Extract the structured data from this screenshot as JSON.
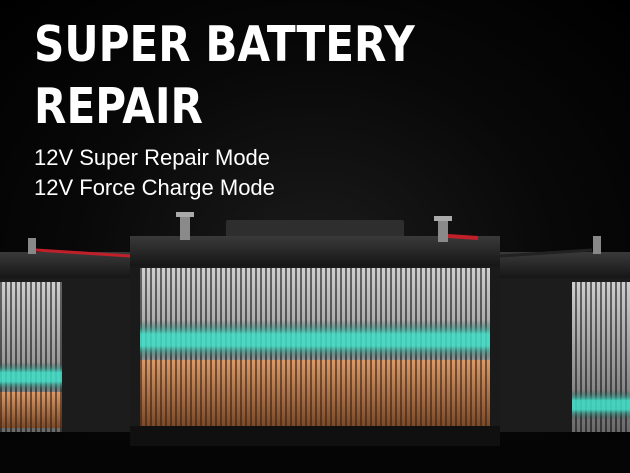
{
  "headline": {
    "line1": "SUPER BATTERY",
    "line2": "REPAIR"
  },
  "modes": [
    "12V Super Repair Mode",
    "12V Force Charge Mode"
  ],
  "colors": {
    "background": "#000000",
    "text": "#ffffff",
    "cell_glow": "#3fe0c8",
    "copper": "#c98a5a",
    "terminal_red": "#c0202a"
  }
}
